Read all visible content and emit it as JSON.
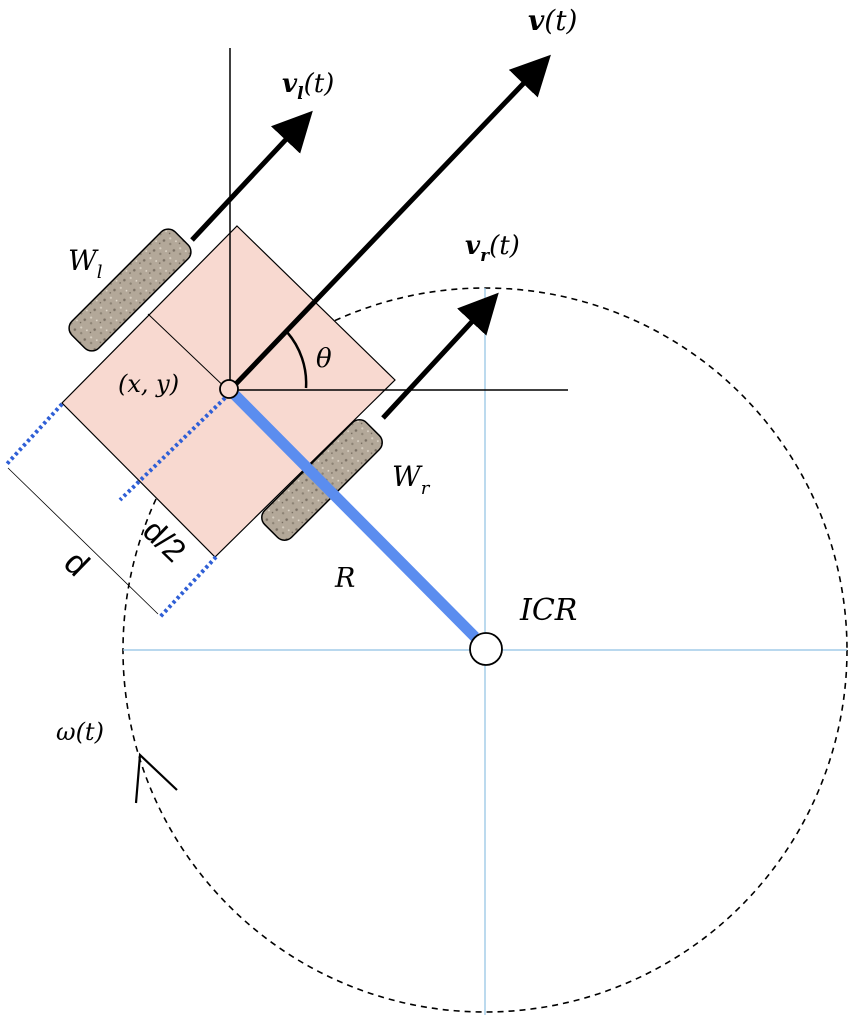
{
  "labels": {
    "wheel_left": "W",
    "wheel_left_sub": "l",
    "wheel_right": "W",
    "wheel_right_sub": "r",
    "velocity": "v",
    "velocity_arg": "(t)",
    "velocity_left": "v",
    "velocity_left_sub": "l",
    "velocity_left_arg": "(t)",
    "velocity_right": "v",
    "velocity_right_sub": "r",
    "velocity_right_arg": "(t)",
    "position": "(x, y)",
    "theta": "θ",
    "radius": "R",
    "icr": "ICR",
    "omega": "ω(t)",
    "width": "d",
    "half_width": "d/2"
  },
  "colors": {
    "chassis_fill": "#f8d9d0",
    "wheel_fill": "#b3a899",
    "radius_bar": "#5b8def",
    "guide_lines": "#8fc1e3",
    "dimension_dots": "#2f5fd6",
    "ink": "#000000"
  }
}
